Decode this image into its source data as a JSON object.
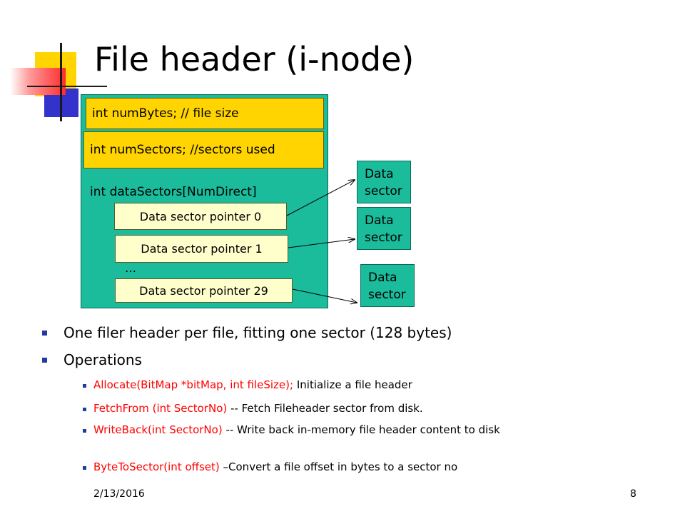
{
  "slide": {
    "title": "File header (i-node)",
    "diagram": {
      "field_num_bytes": "int numBytes; // file size",
      "field_num_sectors": "int numSectors; //sectors used",
      "field_data_sectors": "int dataSectors[NumDirect]",
      "pointers": [
        "Data sector pointer 0",
        "Data sector pointer 1",
        "Data sector pointer 29"
      ],
      "ellipsis": "…",
      "sectors": [
        {
          "line1": "Data",
          "line2": "sector"
        },
        {
          "line1": "Data",
          "line2": "sector"
        },
        {
          "line1": "Data",
          "line2": "sector"
        }
      ]
    },
    "bullets": [
      "One filer header per file, fitting one sector (128 bytes)",
      "Operations"
    ],
    "operations": [
      {
        "code": "Allocate(BitMap *bitMap, int fileSize);",
        "desc": " Initialize a file header"
      },
      {
        "code": "FetchFrom (int SectorNo)",
        "desc": " -- Fetch  Fileheader sector from disk."
      },
      {
        "code": "WriteBack(int SectorNo)",
        "desc": " -- Write  back in-memory file header  content to disk"
      },
      {
        "code": "ByteToSector(int offset)",
        "desc": " –Convert a file offset in bytes to a sector no"
      }
    ],
    "footer": {
      "date": "2/13/2016",
      "page": "8"
    },
    "colors": {
      "teal": "#1abc9c",
      "yellow": "#ffd400",
      "pale_yellow": "#ffffcc",
      "red_code": "#ff0000",
      "bullet_blue": "#1f3c9e"
    }
  }
}
